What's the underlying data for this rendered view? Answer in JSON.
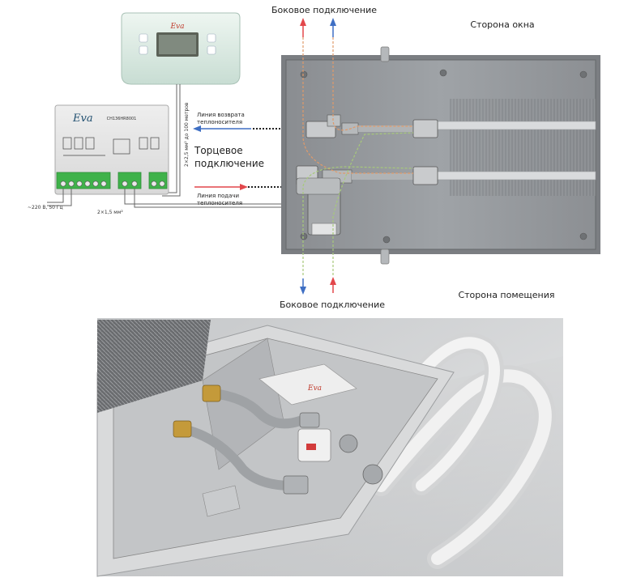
{
  "diagram": {
    "top_label": "Боковое подключение",
    "bottom_label": "Боковое подключение",
    "window_side": "Сторона окна",
    "room_side": "Сторона помещения",
    "end_connection_line1": "Торцевое",
    "end_connection_line2": "подключение",
    "return_line_1": "Линия возврата",
    "return_line_2": "теплоносителя",
    "supply_line_1": "Линия подачи",
    "supply_line_2": "теплоносителя",
    "power_label": "~220 В, 50 Гц",
    "cable_label": "2×1,5 мм²",
    "thermostat_cable_label": "2×2,5 мм² до 100 метров",
    "thermostat_brand": "Eva",
    "controller_brand": "Eva",
    "controller_model": "CH136HR8001",
    "photo_box_brand": "Eva"
  },
  "colors": {
    "supply": "#e2474b",
    "return": "#3f6fc4"
  }
}
